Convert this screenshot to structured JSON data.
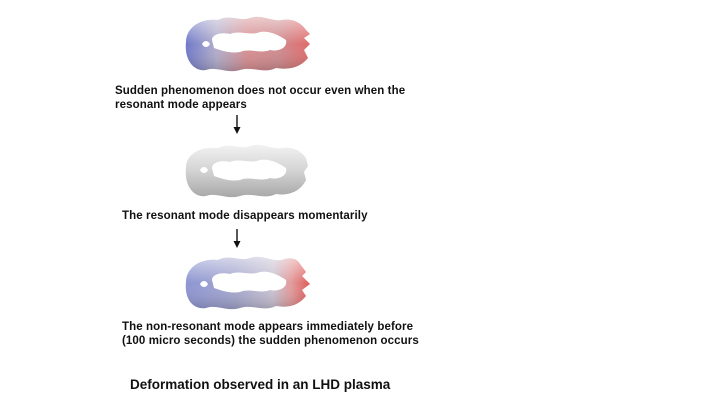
{
  "steps": [
    {
      "caption_line1": "Sudden phenomenon does not occur even when the",
      "caption_line2": "resonant mode appears"
    },
    {
      "caption_line1": "The resonant mode disappears momentarily",
      "caption_line2": ""
    },
    {
      "caption_line1": "The non-resonant mode appears immediately before",
      "caption_line2": "(100 micro seconds) the sudden phenomenon occurs"
    }
  ],
  "figure_title": "Deformation observed in an LHD plasma",
  "colors": {
    "blue_perturbation": "#6f79c9",
    "red_perturbation": "#e06a6a",
    "neutral_surface": "#cfcfcf",
    "arrow": "#111111"
  }
}
